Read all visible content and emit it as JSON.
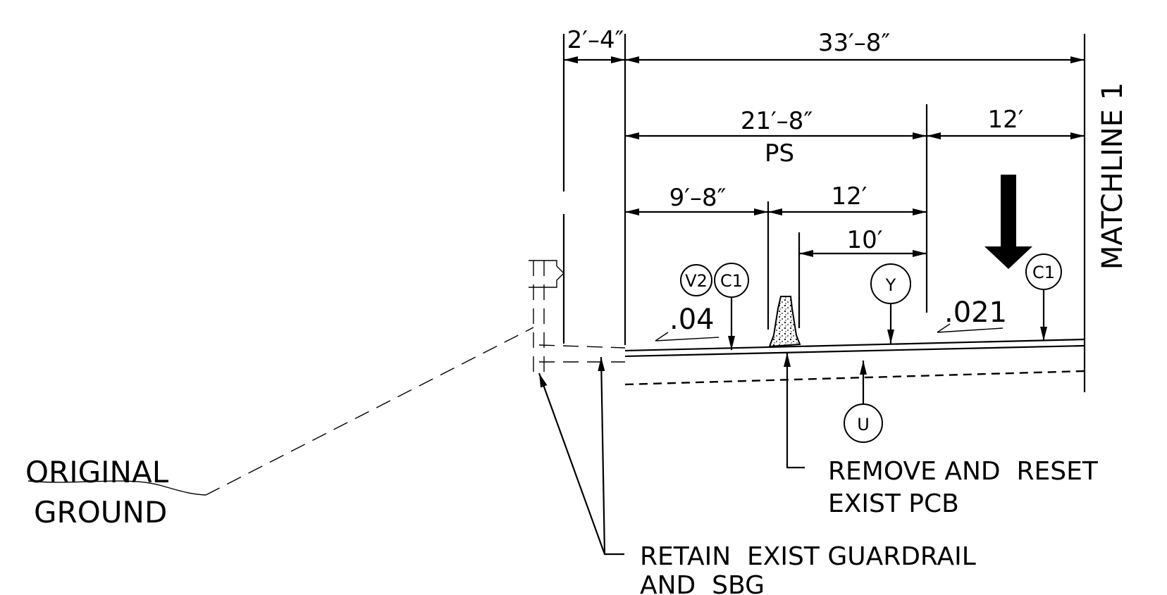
{
  "dimensions": {
    "d_2_4": "2′–4″",
    "d_33_8": "33′–8″",
    "d_21_8": "21′–8″",
    "ps": "PS",
    "d_12_right": "12′",
    "d_9_8": "9′–8″",
    "d_12_mid": "12′",
    "d_10": "10′"
  },
  "slopes": {
    "left": ".04",
    "right": ".021"
  },
  "markers": {
    "v2": "V2",
    "c1_left": "C1",
    "y": "Y",
    "c1_right": "C1",
    "u": "U"
  },
  "matchline": "MATCHLINE 1",
  "callouts": {
    "original_ground_line1": "ORIGINAL",
    "original_ground_line2": "GROUND",
    "remove_reset_line1": "REMOVE AND  RESET",
    "remove_reset_line2": "EXIST PCB",
    "retain_line1": "RETAIN  EXIST GUARDRAIL",
    "retain_line2": "AND  SBG"
  }
}
